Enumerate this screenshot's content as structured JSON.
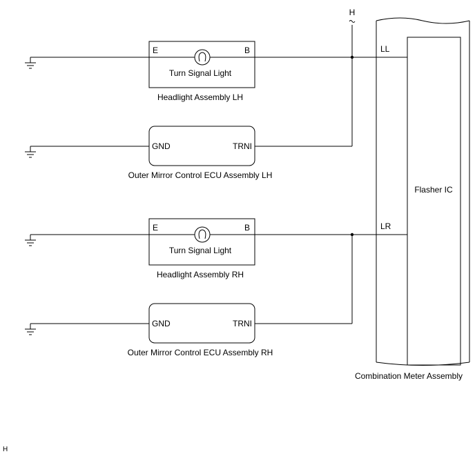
{
  "connector_h": "H",
  "headlight_lh": {
    "pin_e": "E",
    "pin_b": "B",
    "component": "Turn Signal Light",
    "title": "Headlight Assembly LH"
  },
  "mirror_lh": {
    "pin_gnd": "GND",
    "pin_trni": "TRNI",
    "title": "Outer Mirror Control ECU Assembly LH"
  },
  "headlight_rh": {
    "pin_e": "E",
    "pin_b": "B",
    "component": "Turn Signal Light",
    "title": "Headlight Assembly RH"
  },
  "mirror_rh": {
    "pin_gnd": "GND",
    "pin_trni": "TRNI",
    "title": "Outer Mirror Control ECU Assembly RH"
  },
  "meter": {
    "pin_ll": "LL",
    "pin_lr": "LR",
    "ic": "Flasher IC",
    "title": "Combination Meter Assembly"
  },
  "footer_code": "H"
}
